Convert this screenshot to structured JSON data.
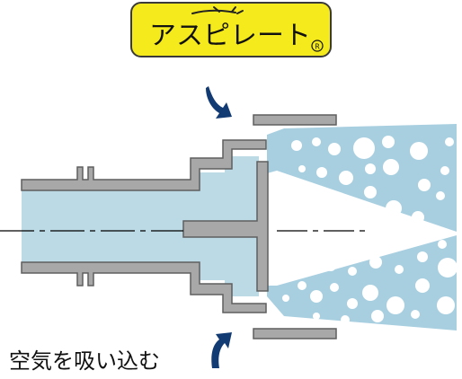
{
  "logo": {
    "text": "アスピレート",
    "registered_mark": "R",
    "badge_color": "#f5ea1c"
  },
  "caption": {
    "text": "空気を吸い込む"
  },
  "colors": {
    "metal": "#a8a8a8",
    "metal_stroke": "#5f5f5f",
    "fluid": "#bcd9e6",
    "spray": "#a8cfe0",
    "bubble": "#ffffff",
    "arrow": "#123a73",
    "centerline": "#000000"
  },
  "icons": {
    "air_in_top": "curved-arrow-icon",
    "air_in_bottom": "curved-arrow-icon"
  }
}
